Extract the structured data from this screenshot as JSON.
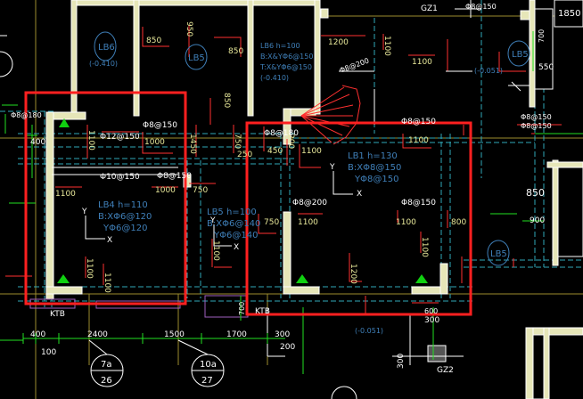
{
  "colors": {
    "background": "#000000",
    "wall_fill": "#e6e6b8",
    "column_fill": "#000000",
    "wall_outline": "#ffffff",
    "slab_label": "#3f7fb8",
    "rebar": "#ff3030",
    "dimension": "#22e022",
    "highlight": "#ff2020",
    "grid_line": "#9b8c2e"
  },
  "grids": {
    "top_right_axis": "1850",
    "gz1": "GZ1",
    "gz2": "GZ2"
  },
  "slabs": {
    "lb6": {
      "name": "LB6",
      "level": "(-0.410)"
    },
    "lb5_top": {
      "name": "LB5"
    },
    "lb5_right_top": {
      "name": "LB5",
      "level": "(-0.051)"
    },
    "lb6_detail": {
      "line1": "LB6  h=100",
      "line2": "B:X&YΦ6@150",
      "line3": "T:X&YΦ6@150",
      "line4": "(-0.410)"
    },
    "lb1": {
      "line1": "LB1  h=130",
      "line2": "B:XΦ8@150",
      "line3": "YΦ8@150"
    },
    "lb4": {
      "line1": "LB4  h=110",
      "line2": "B:XΦ6@120",
      "line3": "YΦ6@120"
    },
    "lb5_mid": {
      "line1": "LB5  h=100",
      "line2": "B:XΦ6@140",
      "line3": "YΦ6@140"
    },
    "lb5_right": {
      "name": "LB5"
    },
    "bottom_level": "(-0.051)"
  },
  "rebar_labels": {
    "r850_a": "850",
    "r950": "950",
    "r850_b": "850",
    "r850_c": "850",
    "r1200_a": "1200",
    "r1100_a": "1100",
    "r1100_b": "1100",
    "r1000_a": "1000",
    "r1450": "1450",
    "r450": "450",
    "r750_a": "750",
    "r1100_c": "1100",
    "r1100_d": "1100",
    "r1000_b": "1000",
    "r750_b": "750",
    "r1100_e": "1100",
    "r1100_f": "1100",
    "r750_c": "750",
    "r1100_g": "1100",
    "r1100_h": "1100",
    "r800": "800",
    "r1200_b": "1200",
    "r1100_i": "1100",
    "r1100_j": "1100",
    "r1100_k": "1100",
    "r250": "250",
    "r200": "200",
    "r1100_l": "1100",
    "p8_150_a": "Φ8@150",
    "p8_150_b": "Φ8@150",
    "p8_150_c": "Φ8@150",
    "p8_150_d": "Φ8@150",
    "p8_180": "Φ8@180",
    "p8_200_a": "Φ8@200",
    "p8_200_b": "Φ8@200",
    "p12_150": "Φ12@150",
    "p10_150": "Φ10@150",
    "p8_150_e": "Φ8@150"
  },
  "beam_labels": {
    "ktb_a": "KTB",
    "ktb_b": "KTB",
    "beam_top_a": "Φ8@150",
    "beam_top_b": "Φ8@150",
    "beam_left_a": "Φ8@180"
  },
  "dimensions": {
    "d400_left": "400",
    "d400_bottom": "400",
    "d2400": "2400",
    "d1500": "1500",
    "d1700": "1700",
    "d300": "300",
    "d100": "100",
    "d200": "200",
    "d300_b": "300",
    "d300_c": "300",
    "d850": "850",
    "d900": "900",
    "d600": "600",
    "d550": "550",
    "d700": "700",
    "d700_b": "700"
  },
  "axis": {
    "x": "X",
    "y": "Y"
  },
  "details": {
    "d7a_num": "7a",
    "d7a_sheet": "26",
    "d10a_num": "10a",
    "d10a_sheet": "27"
  }
}
